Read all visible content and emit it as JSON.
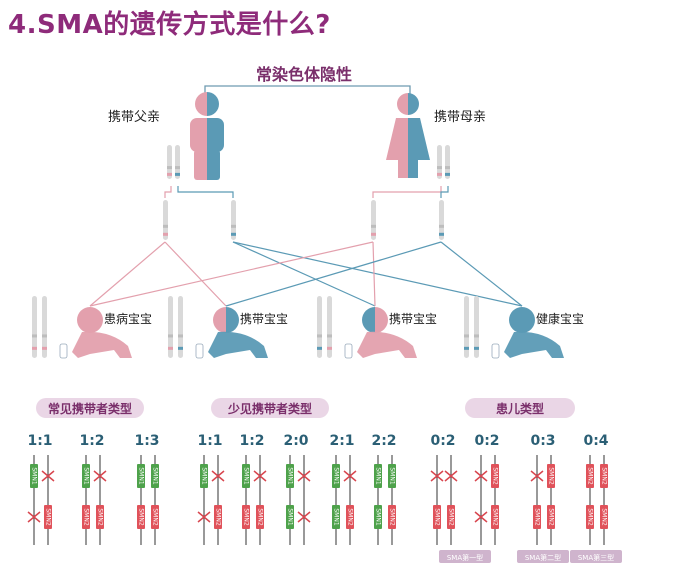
{
  "title": "4.SMA的遗传方式是什么?",
  "inheritance_mode": "常染色体隐性",
  "parents": {
    "father_label": "携带父亲",
    "mother_label": "携带母亲"
  },
  "children": [
    {
      "label": "患病宝宝",
      "status": "affected"
    },
    {
      "label": "携带宝宝",
      "status": "carrier"
    },
    {
      "label": "携带宝宝",
      "status": "carrier"
    },
    {
      "label": "健康宝宝",
      "status": "healthy"
    }
  ],
  "categories": [
    {
      "label": "常见携带者类型"
    },
    {
      "label": "少见携带者类型"
    },
    {
      "label": "患儿类型"
    }
  ],
  "genotypes": [
    {
      "ratio": "1:1",
      "group": 0
    },
    {
      "ratio": "1:2",
      "group": 0
    },
    {
      "ratio": "1:3",
      "group": 0
    },
    {
      "ratio": "1:1",
      "group": 1
    },
    {
      "ratio": "1:2",
      "group": 1
    },
    {
      "ratio": "2:0",
      "group": 1
    },
    {
      "ratio": "2:1",
      "group": 1
    },
    {
      "ratio": "2:2",
      "group": 1
    },
    {
      "ratio": "0:2",
      "group": 2
    },
    {
      "ratio": "0:2",
      "group": 2
    },
    {
      "ratio": "0:3",
      "group": 2
    },
    {
      "ratio": "0:4",
      "group": 2
    }
  ],
  "gene_labels": {
    "smn1": "SMN1",
    "smn2": "SMN2"
  },
  "sma_types": [
    "SMA第一型",
    "SMA第二型",
    "SMA第三型"
  ],
  "colors": {
    "title": "#8e2b7a",
    "pink": "#e3a0ad",
    "blue": "#5b9ab5",
    "pill": "#ead6e6",
    "smn1": "#4ea24b",
    "smn2": "#e0525a",
    "cross": "#d8464f",
    "tag": "#cfb4cd"
  }
}
